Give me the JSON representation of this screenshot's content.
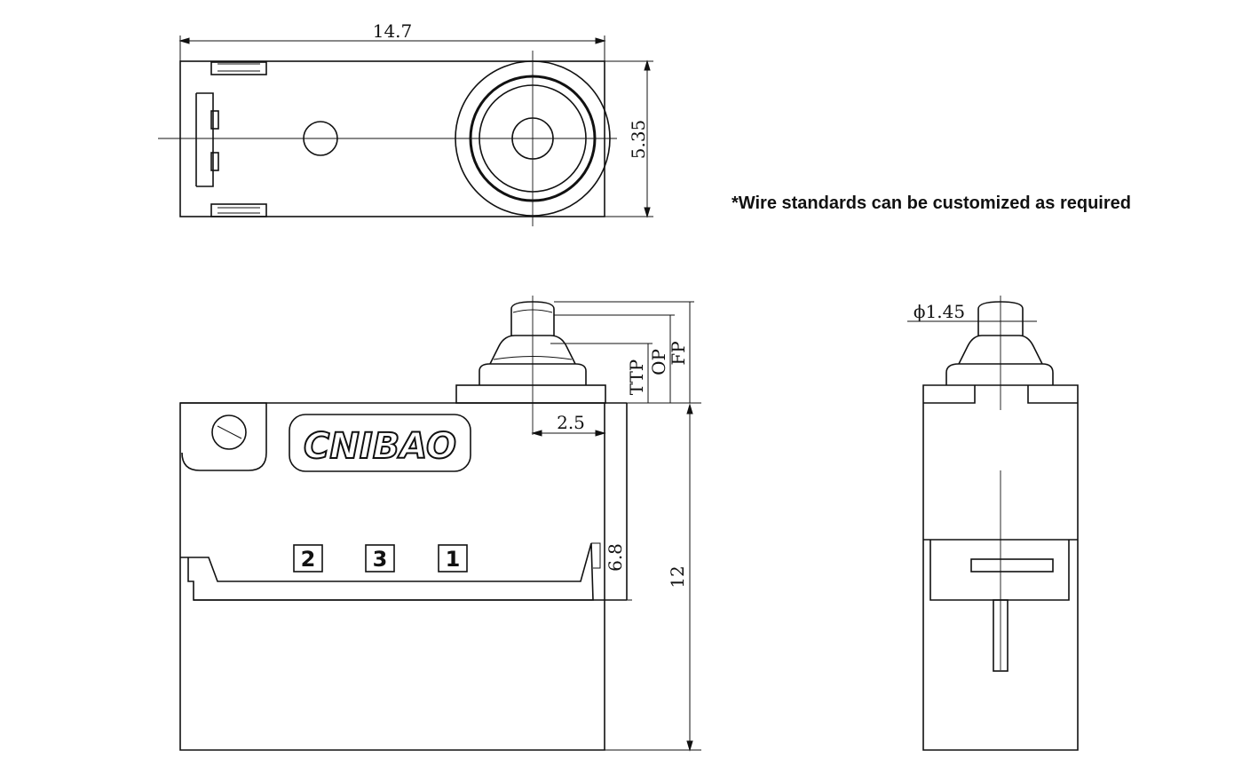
{
  "note": "*Wire standards can be customized as required",
  "dimensions": {
    "top_length": "14.7",
    "top_width": "5.35",
    "plunger_offset": "2.5",
    "body_height_upper": "6.8",
    "total_height": "12",
    "ttp": "TTP",
    "op": "OP",
    "fp": "FP",
    "plunger_diameter": "ϕ1.45"
  },
  "logo": {
    "text": "CNIBAO"
  },
  "terminals": [
    "2",
    "3",
    "1"
  ]
}
